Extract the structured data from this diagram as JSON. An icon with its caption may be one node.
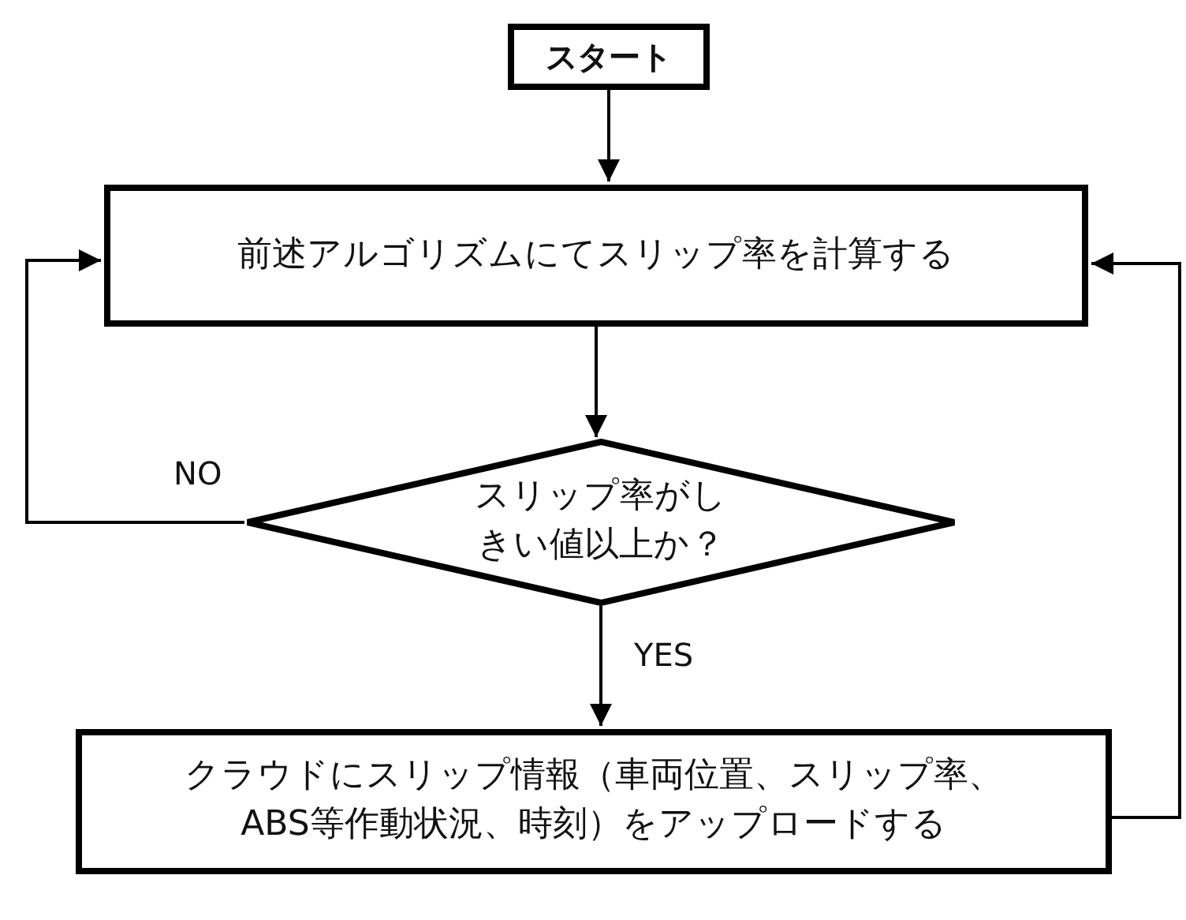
{
  "diagram": {
    "nodes": [
      {
        "text": [
          "スタート"
        ]
      },
      {
        "text": [
          "前述アルゴリズムにてスリップ率を計算する"
        ]
      },
      {
        "text": [
          "スリップ率がしきい値以上か？"
        ]
      },
      {
        "text": [
          "クラウドにスリップ情報（車両位置、スリップ率、ABS等作動状況、時刻）をアップロードする"
        ]
      }
    ],
    "edges": [
      {
        "from": 0,
        "to": 1,
        "arrow": "to"
      },
      {
        "from": 1,
        "to": 2,
        "arrow": "to"
      },
      {
        "from": 2,
        "to": 1,
        "arrow": "to",
        "label": "NO"
      },
      {
        "from": 2,
        "to": 3,
        "arrow": "to",
        "label": "YES"
      },
      {
        "from": 3,
        "to": 1,
        "arrow": "to"
      }
    ]
  }
}
